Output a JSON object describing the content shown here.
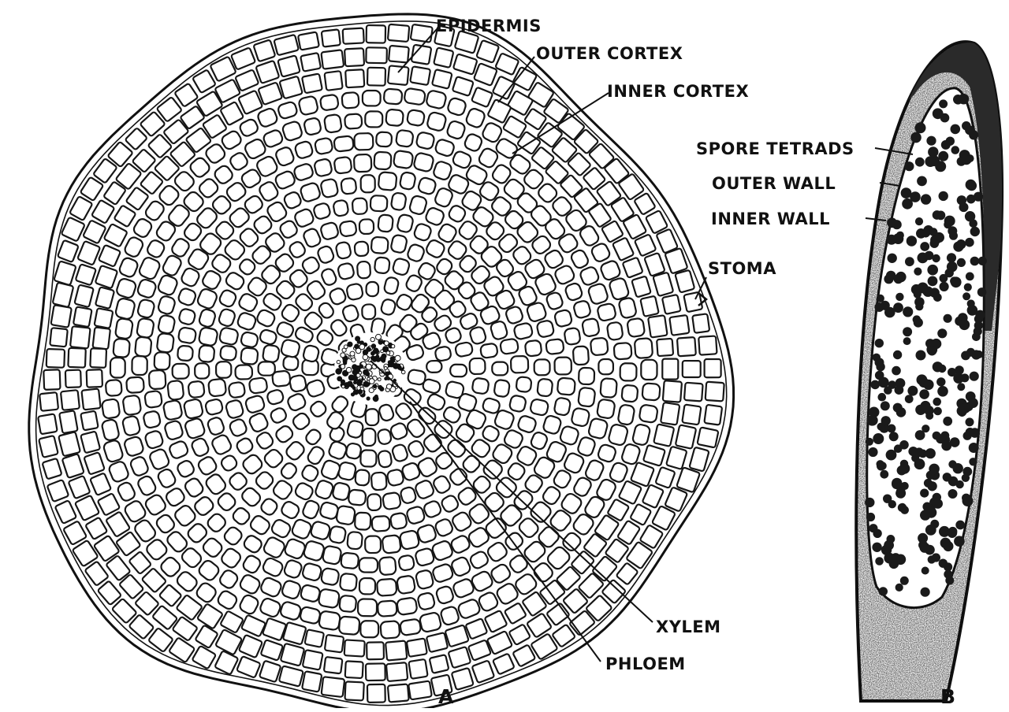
{
  "figure_a": {
    "panel_label": "A",
    "labels": {
      "epidermis": "EPIDERMIS",
      "outer_cortex": "OUTER CORTEX",
      "inner_cortex": "INNER CORTEX",
      "stoma": "STOMA",
      "xylem": "XYLEM",
      "phloem": "PHLOEM"
    }
  },
  "figure_b": {
    "panel_label": "B",
    "labels": {
      "spore_tetrads": "SPORE TETRADS",
      "outer_wall": "OUTER WALL",
      "inner_wall": "INNER WALL"
    }
  },
  "colors": {
    "ink": "#111111",
    "paper": "#ffffff"
  }
}
